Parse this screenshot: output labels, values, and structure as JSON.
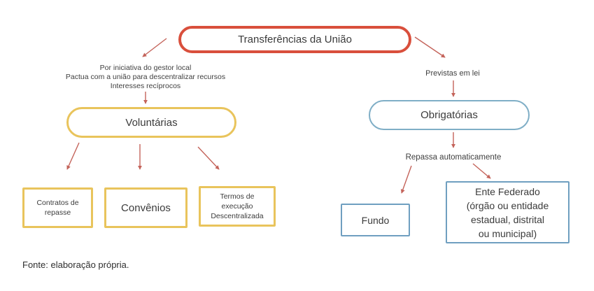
{
  "colors": {
    "root_border": "#d94f3c",
    "voluntary_border": "#e9c45c",
    "mandatory_pill_border": "#7faec6",
    "mandatory_box_border": "#6f9fc0",
    "arrow": "#c4635a",
    "text": "#3b3b3b",
    "background": "#ffffff"
  },
  "diagram": {
    "title": "Transferências da União",
    "voluntary": {
      "note": "Por iniciativa do gestor local\nPactua com a união para descentralizar recursos\nInteresses recíprocos",
      "label": "Voluntárias",
      "children": [
        "Contratos de\nrepasse",
        "Convênios",
        "Termos de\nexecução\nDescentralizada"
      ]
    },
    "mandatory": {
      "note": "Previstas em lei",
      "label": "Obrigatórias",
      "note2": "Repassa automaticamente",
      "children": [
        "Fundo",
        "Ente Federado\n(órgão ou entidade\nestadual, distrital\nou municipal)"
      ]
    }
  },
  "footer": {
    "source": "Fonte: elaboração própria."
  }
}
